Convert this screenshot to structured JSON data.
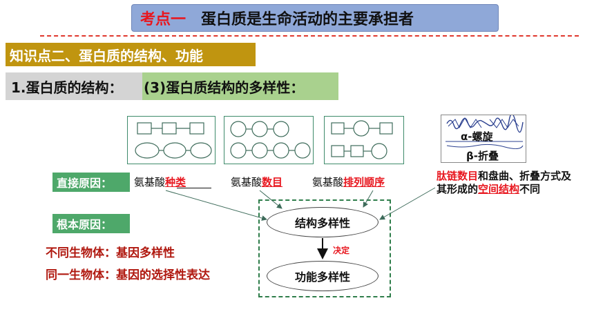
{
  "header": {
    "highlight": "考点一",
    "title": "蛋白质是生命活动的主要承担者"
  },
  "knowledge_point": "知识点二、蛋白质的结构、功能",
  "section": {
    "part1": "1.蛋白质的结构：",
    "part2": "(3)蛋白质结构的多样性："
  },
  "secondary_structure": {
    "helix": "α-螺旋",
    "sheet": "β-折叠"
  },
  "direct_cause": {
    "label": "直接原因：",
    "items": [
      {
        "prefix": "氨基酸",
        "key": "种类"
      },
      {
        "prefix": "氨基酸",
        "key": "数目"
      },
      {
        "prefix": "氨基酸",
        "key": "排列顺序"
      }
    ]
  },
  "peptide_cause": {
    "part1": "肽链数目",
    "part2": "和盘曲、折叠方式及其形成的",
    "part3": "空间结构",
    "part4": "不同"
  },
  "root_cause": {
    "label": "根本原因：",
    "line1": "不同生物体：基因多样性",
    "line2": "同一生物体：基因的选择性表达"
  },
  "diagram": {
    "structure": "结构多样性",
    "decides": "决定",
    "function": "功能多样性"
  },
  "colors": {
    "title_bg": "#8fa8d8",
    "knowledge_bg": "#c09510",
    "green_label": "#4ea86a",
    "accent_red": "#e8171f"
  }
}
